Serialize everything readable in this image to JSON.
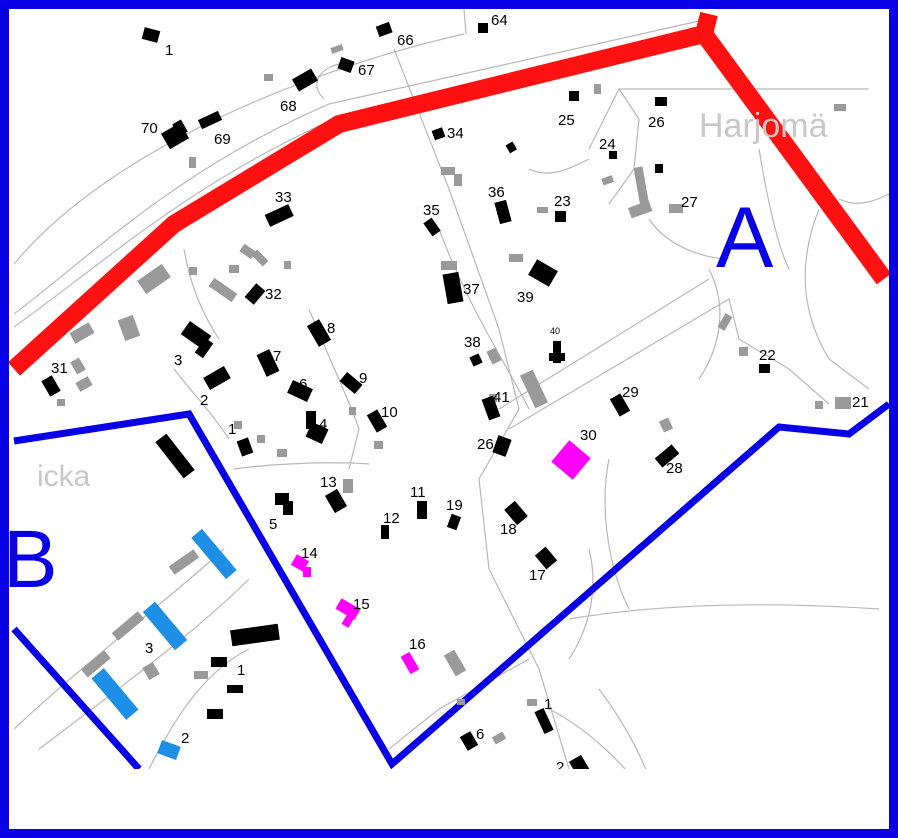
{
  "map": {
    "zone_labels": [
      {
        "id": "zone-a",
        "text": "A",
        "color": "#0a00e6"
      },
      {
        "id": "zone-b",
        "text": "B",
        "color": "#0a00e6"
      }
    ],
    "place_names": [
      {
        "id": "place-harjoma",
        "text": "Harjomä"
      },
      {
        "id": "place-icka",
        "text": "icka"
      }
    ],
    "plot_labels": [
      "1",
      "66",
      "64",
      "67",
      "68",
      "70",
      "69",
      "25",
      "26",
      "34",
      "24",
      "33",
      "36",
      "23",
      "27",
      "35",
      "37",
      "39",
      "32",
      "8",
      "3",
      "7",
      "38",
      "40",
      "31",
      "6",
      "9",
      "2",
      "41",
      "22",
      "29",
      "10",
      "4",
      "1",
      "26",
      "30",
      "21",
      "28",
      "13",
      "11",
      "19",
      "12",
      "18",
      "5",
      "14",
      "17",
      "15",
      "3",
      "1",
      "16",
      "2",
      "1",
      "6",
      "2"
    ],
    "colors": {
      "frame": "#0a00e6",
      "boundary_red": "#ff1111",
      "boundary_blue": "#0a00e6",
      "building": "#000000",
      "outbuilding": "#9a9a9a",
      "highlight_magenta": "#ff00ff",
      "highlight_blue": "#1e8fe6",
      "road_line": "#b8b8b8"
    }
  }
}
